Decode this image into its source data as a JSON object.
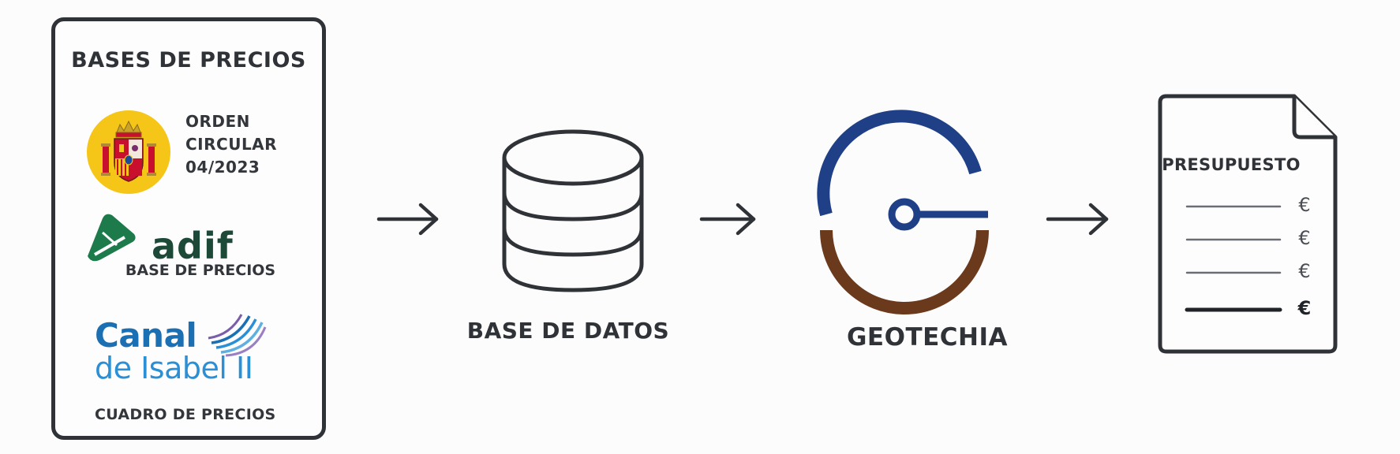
{
  "sources": {
    "title": "BASES DE PRECIOS",
    "orden": {
      "lines": [
        "ORDEN",
        "CIRCULAR",
        "04/2023"
      ],
      "icon": "spain-coat-of-arms-icon"
    },
    "adif": {
      "wordmark": "adif",
      "subtitle": "BASE DE PRECIOS",
      "brand_color": "#1d7a4a"
    },
    "canal": {
      "line1": "Canal",
      "line2": "de Isabel II",
      "subtitle": "CUADRO DE PRECIOS",
      "brand_color": "#1b6fb3"
    }
  },
  "database": {
    "label": "BASE DE DATOS",
    "icon": "database-icon"
  },
  "geotechia": {
    "label": "GEOTECHIA",
    "colors": {
      "top": "#1f3f87",
      "bottom": "#6b3a1c"
    }
  },
  "document": {
    "title": "PRESUPUESTO",
    "rows": [
      "€",
      "€",
      "€",
      "€"
    ]
  },
  "arrows": [
    "arrow-right-icon",
    "arrow-right-icon",
    "arrow-right-icon"
  ]
}
